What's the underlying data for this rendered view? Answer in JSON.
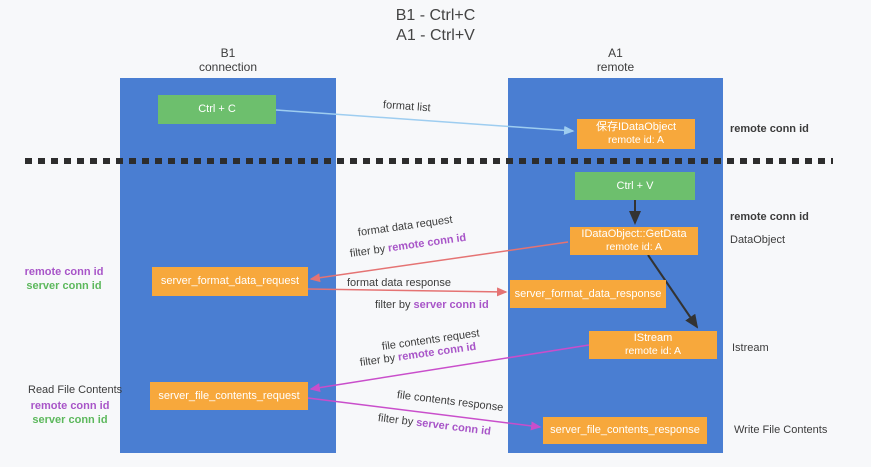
{
  "title": {
    "line1": "B1 - Ctrl+C",
    "line2": "A1 - Ctrl+V"
  },
  "lanes": {
    "left": {
      "title": "B1",
      "subtitle": "connection"
    },
    "right": {
      "title": "A1",
      "subtitle": "remote"
    }
  },
  "boxes": {
    "ctrl_c": {
      "label": "Ctrl + C"
    },
    "ctrl_v": {
      "label": "Ctrl + V"
    },
    "save_dataobject": {
      "line1": "保存IDataObject",
      "line2": "remote id: A"
    },
    "getdata": {
      "line1": "IDataObject::GetData",
      "line2": "remote id: A"
    },
    "istream": {
      "line1": "IStream",
      "line2": "remote id: A"
    },
    "server_format_data_request": {
      "label": "server_format_data_request"
    },
    "server_format_data_response": {
      "label": "server_format_data_response"
    },
    "server_file_contents_request": {
      "label": "server_file_contents_request"
    },
    "server_file_contents_response": {
      "label": "server_file_contents_response"
    }
  },
  "messages": {
    "format_list": "format list",
    "format_data_request": "format data request",
    "format_data_response": "format data response",
    "file_contents_request": "file contents request",
    "file_contents_response": "file contents response"
  },
  "terms": {
    "filter_by": "filter by",
    "remote_conn_id": "remote conn id",
    "server_conn_id": "server conn id"
  },
  "side": {
    "dataobject": "DataObject",
    "istream": "Istream",
    "read_file_contents": "Read File Contents",
    "write_file_contents": "Write File Contents"
  },
  "colors": {
    "lane_blue": "#4a7ed2",
    "box_green": "#6dbf6d",
    "box_orange": "#f7a83c",
    "arrow_blue": "#9ecdf0",
    "arrow_red": "#e57373",
    "arrow_magenta": "#c94ecb",
    "arrow_black": "#333333",
    "text_purple": "#a855c8",
    "text_green": "#5cb85c",
    "text_dark": "#3c3c3c",
    "background": "#f7f8fa"
  }
}
